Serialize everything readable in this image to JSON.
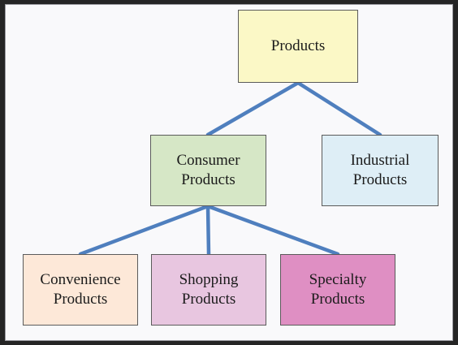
{
  "nodes": {
    "root": {
      "label": "Products"
    },
    "consumer": {
      "label": "Consumer Products"
    },
    "industrial": {
      "label": "Industrial Products"
    },
    "convenience": {
      "label": "Convenience Products"
    },
    "shopping": {
      "label": "Shopping Products"
    },
    "specialty": {
      "label": "Specialty Products"
    }
  },
  "edges": [
    {
      "from": "root",
      "to": "consumer"
    },
    {
      "from": "root",
      "to": "industrial"
    },
    {
      "from": "consumer",
      "to": "convenience"
    },
    {
      "from": "consumer",
      "to": "shopping"
    },
    {
      "from": "consumer",
      "to": "specialty"
    }
  ],
  "colors": {
    "connector": "#4f7fbe",
    "root_fill": "#fbf8c6",
    "consumer_fill": "#d6e7c6",
    "industrial_fill": "#deeef6",
    "convenience_fill": "#fde8d8",
    "shopping_fill": "#e8c6e0",
    "specialty_fill": "#df8fc3"
  }
}
